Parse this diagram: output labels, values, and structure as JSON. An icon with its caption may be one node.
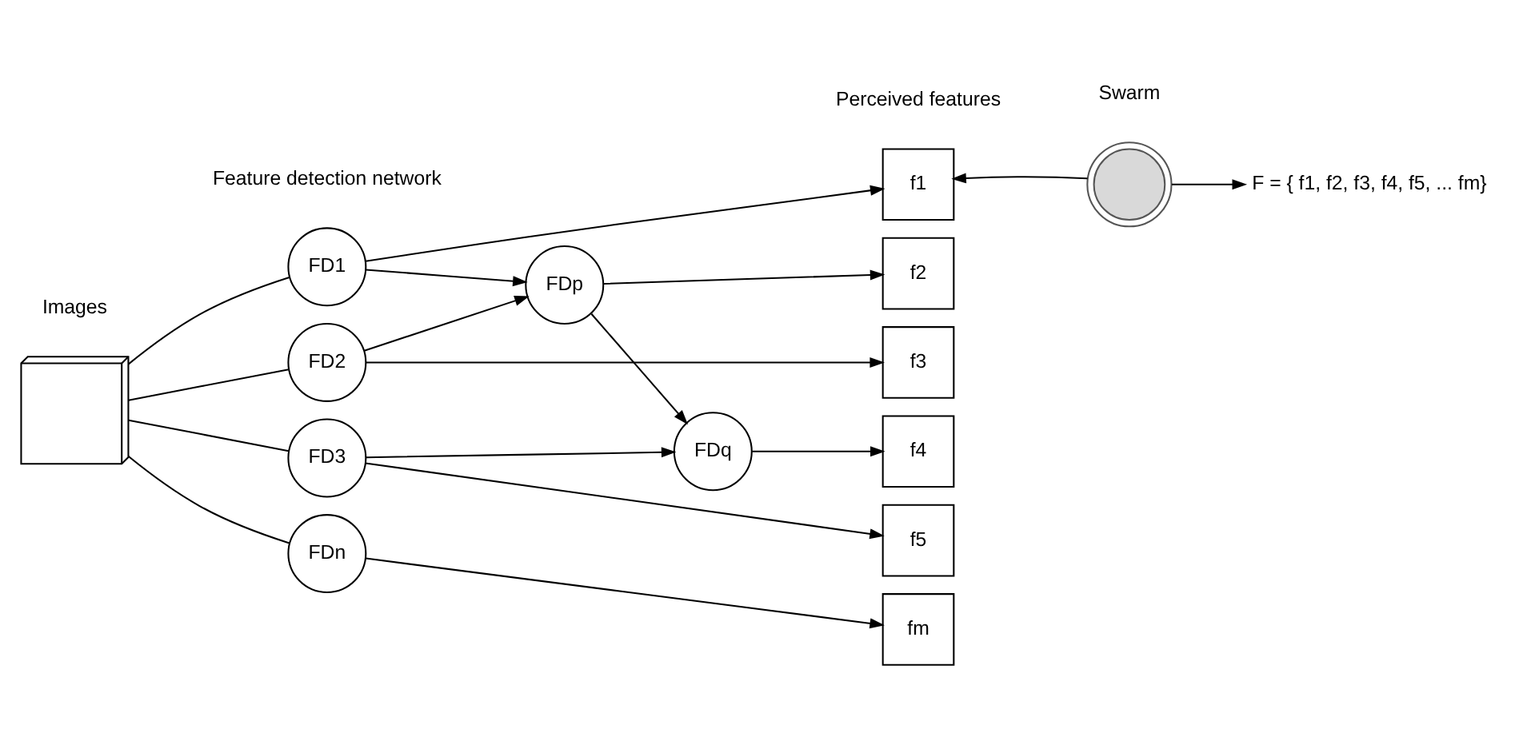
{
  "diagram": {
    "nodes": [
      {
        "text": [],
        "shape": "box"
      },
      {
        "text": [
          "FD1"
        ]
      },
      {
        "text": [
          "FD2"
        ]
      },
      {
        "text": [
          "FD3"
        ]
      },
      {
        "text": [
          "FDn"
        ]
      },
      {
        "text": [
          "FDp"
        ]
      },
      {
        "text": [
          "FDq"
        ]
      },
      {
        "text": [
          "f1"
        ]
      },
      {
        "text": [
          "f2"
        ]
      },
      {
        "text": [
          "f3"
        ]
      },
      {
        "text": [
          "f4"
        ]
      },
      {
        "text": [
          "f5"
        ]
      },
      {
        "text": [
          "fm"
        ]
      },
      {
        "text": [],
        "shape": "circle"
      },
      {
        "text": [
          "F = { f1, f2, f3, f4, f5, ... fm}"
        ]
      }
    ],
    "edges": [
      {
        "from": 0,
        "to": 1,
        "arrow": "none"
      },
      {
        "from": 0,
        "to": 2,
        "arrow": "none"
      },
      {
        "from": 0,
        "to": 3,
        "arrow": "none"
      },
      {
        "from": 0,
        "to": 4,
        "arrow": "none"
      },
      {
        "from": 1,
        "to": 5,
        "arrow": "to"
      },
      {
        "from": 2,
        "to": 5,
        "arrow": "to"
      },
      {
        "from": 5,
        "to": 6,
        "arrow": "to"
      },
      {
        "from": 3,
        "to": 6,
        "arrow": "to"
      },
      {
        "from": 1,
        "to": 7,
        "arrow": "to"
      },
      {
        "from": 5,
        "to": 8,
        "arrow": "to"
      },
      {
        "from": 2,
        "to": 9,
        "arrow": "to"
      },
      {
        "from": 6,
        "to": 10,
        "arrow": "to"
      },
      {
        "from": 3,
        "to": 11,
        "arrow": "to"
      },
      {
        "from": 4,
        "to": 12,
        "arrow": "to"
      },
      {
        "from": 13,
        "to": 7,
        "arrow": "to"
      },
      {
        "from": 13,
        "to": 14,
        "arrow": "to"
      }
    ],
    "labels": [
      "Images",
      "Feature detection network",
      "Perceived features",
      "Swarm"
    ]
  }
}
